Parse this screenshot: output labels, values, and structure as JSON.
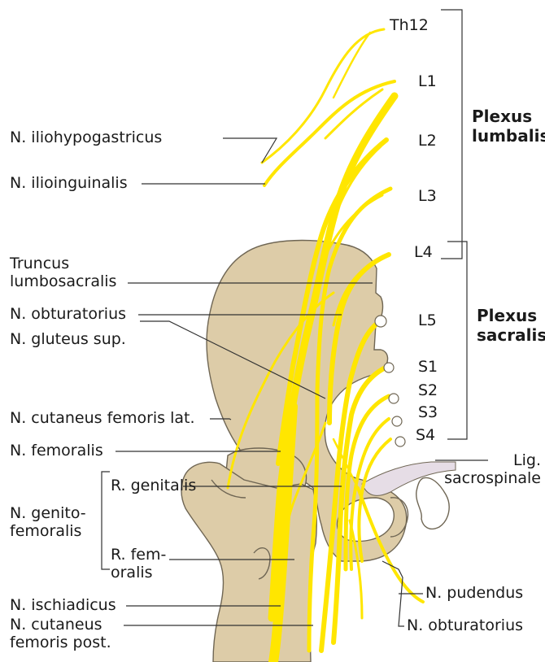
{
  "diagram": {
    "spinal_levels": {
      "th12": "Th12",
      "l1": "L1",
      "l2": "L2",
      "l3": "L3",
      "l4": "L4",
      "l5": "L5",
      "s1": "S1",
      "s2": "S2",
      "s3": "S3",
      "s4": "S4"
    },
    "plexus": {
      "lumbalis": "Plexus\nlumbalis",
      "sacralis": "Plexus\nsacralis"
    },
    "left_labels": {
      "iliohypogastricus": "N. iliohypogastricus",
      "ilioinguinalis": "N. ilioinguinalis",
      "truncus": "Truncus\nlumbosacralis",
      "obturatorius": "N. obturatorius",
      "gluteus_sup": "N. gluteus sup.",
      "cutaneus_fem_lat": "N. cutaneus femoris lat.",
      "femoralis": "N. femoralis",
      "genitofemoralis": "N. genito-\nfemoralis",
      "r_genitalis": "R. genitalis",
      "r_femoralis": "R. fem-\noralis",
      "ischiadicus": "N. ischiadicus",
      "cutaneus_fem_post": "N. cutaneus\nfemoris post."
    },
    "right_labels": {
      "lig_sacrospinale": "Lig.\nsacrospinale",
      "pudendus": "N. pudendus",
      "obturatorius": "N. obturatorius"
    },
    "colors": {
      "nerve": "#ffe600",
      "bone": "#ddcca8",
      "bone_outline": "#6f6654",
      "ligament": "#e6dde6",
      "leader": "#333333"
    }
  }
}
